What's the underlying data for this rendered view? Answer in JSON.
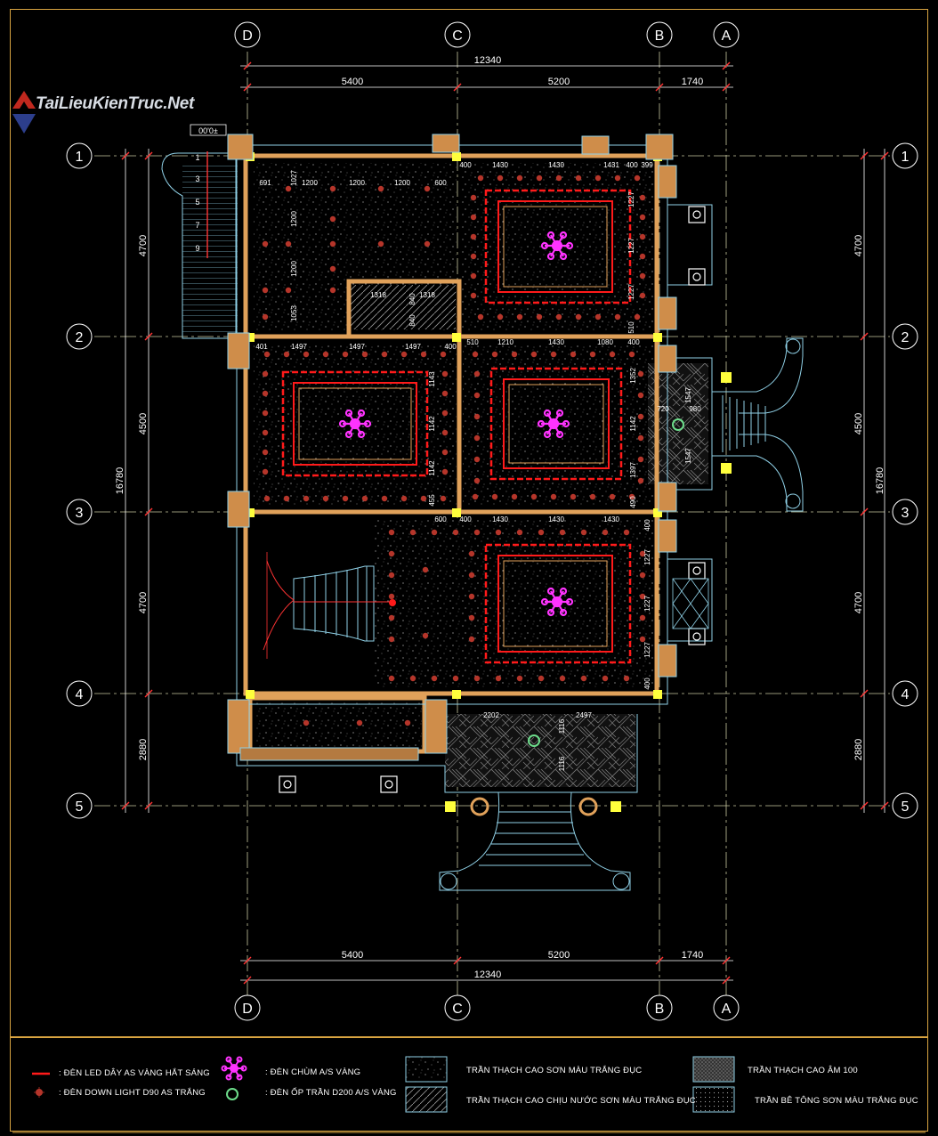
{
  "watermark": {
    "text": "TaiLieuKienTruc.Net"
  },
  "level_tag": "00'0±",
  "axes": {
    "columns": [
      "D",
      "C",
      "B",
      "A"
    ],
    "rows": [
      "1",
      "2",
      "3",
      "4",
      "5"
    ]
  },
  "dimensions": {
    "top_total": "12340",
    "top_parts": [
      "5400",
      "5200",
      "1740"
    ],
    "bottom_total": "12340",
    "bottom_parts": [
      "5400",
      "5200",
      "1740"
    ],
    "side_total": "16780",
    "side_parts": [
      "4700",
      "4500",
      "4700",
      "2880"
    ]
  },
  "inner_dims": {
    "row1_top": [
      "691",
      "1200",
      "1200",
      "1200",
      "600"
    ],
    "row1_right": [
      "400",
      "1430",
      "1430",
      "1431",
      "400",
      "399"
    ],
    "row1_vert": [
      "1027",
      "1200",
      "1200",
      "1053"
    ],
    "room_a": [
      "1318",
      "1318",
      "840",
      "840"
    ],
    "row2_left": [
      "401",
      "1497",
      "1497",
      "1497",
      "400"
    ],
    "row2_right": [
      "510",
      "1210",
      "1430",
      "1080",
      "400"
    ],
    "row2_vert": [
      "1143",
      "1142",
      "1142",
      "455"
    ],
    "row2_vert_r": [
      "1352",
      "1142",
      "1397",
      "490"
    ],
    "row1_vert_r": [
      "1227",
      "1227",
      "1227",
      "510"
    ],
    "porch_e": [
      "1547",
      "720",
      "980",
      "1547"
    ],
    "row3_top": [
      "600",
      "400",
      "1430",
      "1430",
      "1430",
      "400"
    ],
    "row3_vert_r": [
      "1227",
      "1227",
      "1227",
      "400"
    ],
    "porch_s": [
      "2202",
      "2497",
      "1116",
      "1116"
    ]
  },
  "stair_numbers": [
    "1",
    "3",
    "5",
    "7",
    "9"
  ],
  "legend": {
    "items": [
      {
        "symbol": "red-line",
        "label": ": ĐÈN LED DÂY AS VÀNG HẮT SÁNG"
      },
      {
        "symbol": "red-dot",
        "label": ": ĐÈN DOWN LIGHT D90 AS TRẮNG"
      },
      {
        "symbol": "chandelier",
        "label": ": ĐÈN CHÙM A/S VÀNG"
      },
      {
        "symbol": "ceiling-lamp",
        "label": ": ĐÈN ỐP TRẦN D200 A/S VÀNG"
      },
      {
        "symbol": "hatch-dots",
        "label": "TRẦN THẠCH CAO SƠN MÀU TRẮNG ĐỤC"
      },
      {
        "symbol": "hatch-diag",
        "label": "TRẦN THẠCH CAO CHỊU NƯỚC SƠN MÀU TRẮNG ĐỤC"
      },
      {
        "symbol": "hatch-dense",
        "label": "TRẦN THẠCH CAO ÂM 100"
      },
      {
        "symbol": "hatch-fine",
        "label": "TRẦN BÊ TÔNG SƠN MÀU TRẮNG ĐỤC"
      }
    ]
  },
  "colors": {
    "background": "#000000",
    "frame": "#d9a441",
    "wall": "#e0a15a",
    "wall_outline": "#cfa470",
    "axis_line": "#c8c8a0",
    "dimension": "#ffffff",
    "column_marker": "#ffff3c",
    "led_strip": "#ff1a1a",
    "downlight": "#b5352a",
    "chandelier": "#ff33ff",
    "ceiling_lamp": "#6ddc8b",
    "cyan_line": "#8fd0e6"
  }
}
